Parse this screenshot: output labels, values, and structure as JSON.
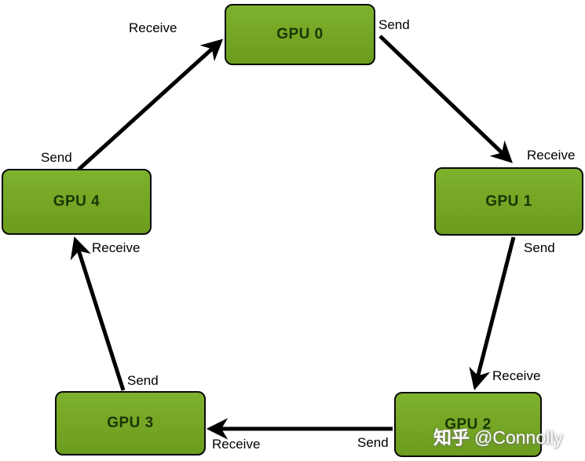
{
  "diagram": {
    "colors": {
      "node_fill": "#74a524",
      "node_border": "#0a0a0a",
      "node_text": "#1b3505",
      "arrow_color": "#000000",
      "label_color": "#000000",
      "background": "#ffffff"
    },
    "nodes": [
      {
        "label": "GPU 0"
      },
      {
        "label": "GPU 1"
      },
      {
        "label": "GPU 2"
      },
      {
        "label": "GPU 3"
      },
      {
        "label": "GPU 4"
      }
    ],
    "edges": [
      {
        "from": "GPU 0",
        "to": "GPU 1",
        "send_label": "Send",
        "receive_label": "Receive"
      },
      {
        "from": "GPU 1",
        "to": "GPU 2",
        "send_label": "Send",
        "receive_label": "Receive"
      },
      {
        "from": "GPU 2",
        "to": "GPU 3",
        "send_label": "Send",
        "receive_label": "Receive"
      },
      {
        "from": "GPU 3",
        "to": "GPU 4",
        "send_label": "Send",
        "receive_label": "Receive"
      },
      {
        "from": "GPU 4",
        "to": "GPU 0",
        "send_label": "Send",
        "receive_label": "Receive"
      }
    ]
  },
  "watermark": {
    "brand": "知乎",
    "handle": "@Connolly"
  }
}
